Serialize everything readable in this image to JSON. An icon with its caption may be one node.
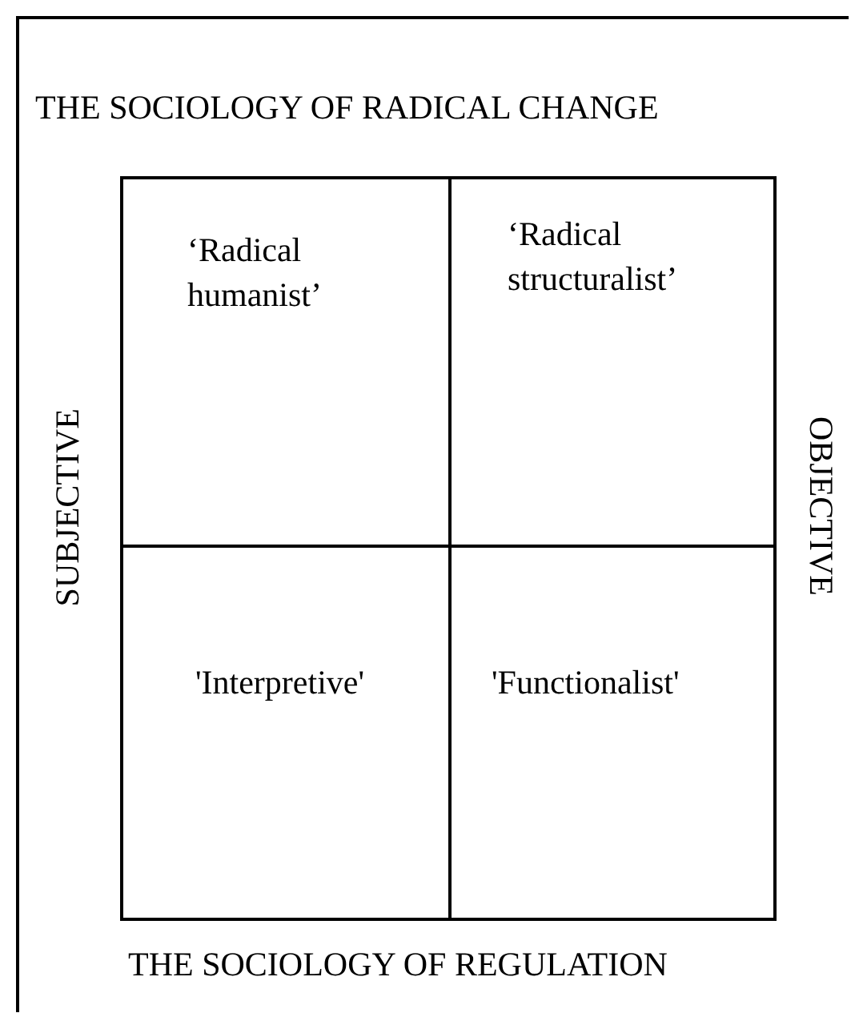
{
  "diagram": {
    "nodes": [
      {
        "text": [
          "‘Radical humanist’"
        ]
      },
      {
        "text": [
          "‘Radical structuralist’"
        ]
      },
      {
        "text": [
          "'Interpretive'"
        ]
      },
      {
        "text": [
          "'Functionalist'"
        ]
      }
    ],
    "labels": [
      "THE SOCIOLOGY OF RADICAL CHANGE",
      "SUBJECTIVE",
      "OBJECTIVE",
      "THE SOCIOLOGY OF REGULATION"
    ]
  }
}
